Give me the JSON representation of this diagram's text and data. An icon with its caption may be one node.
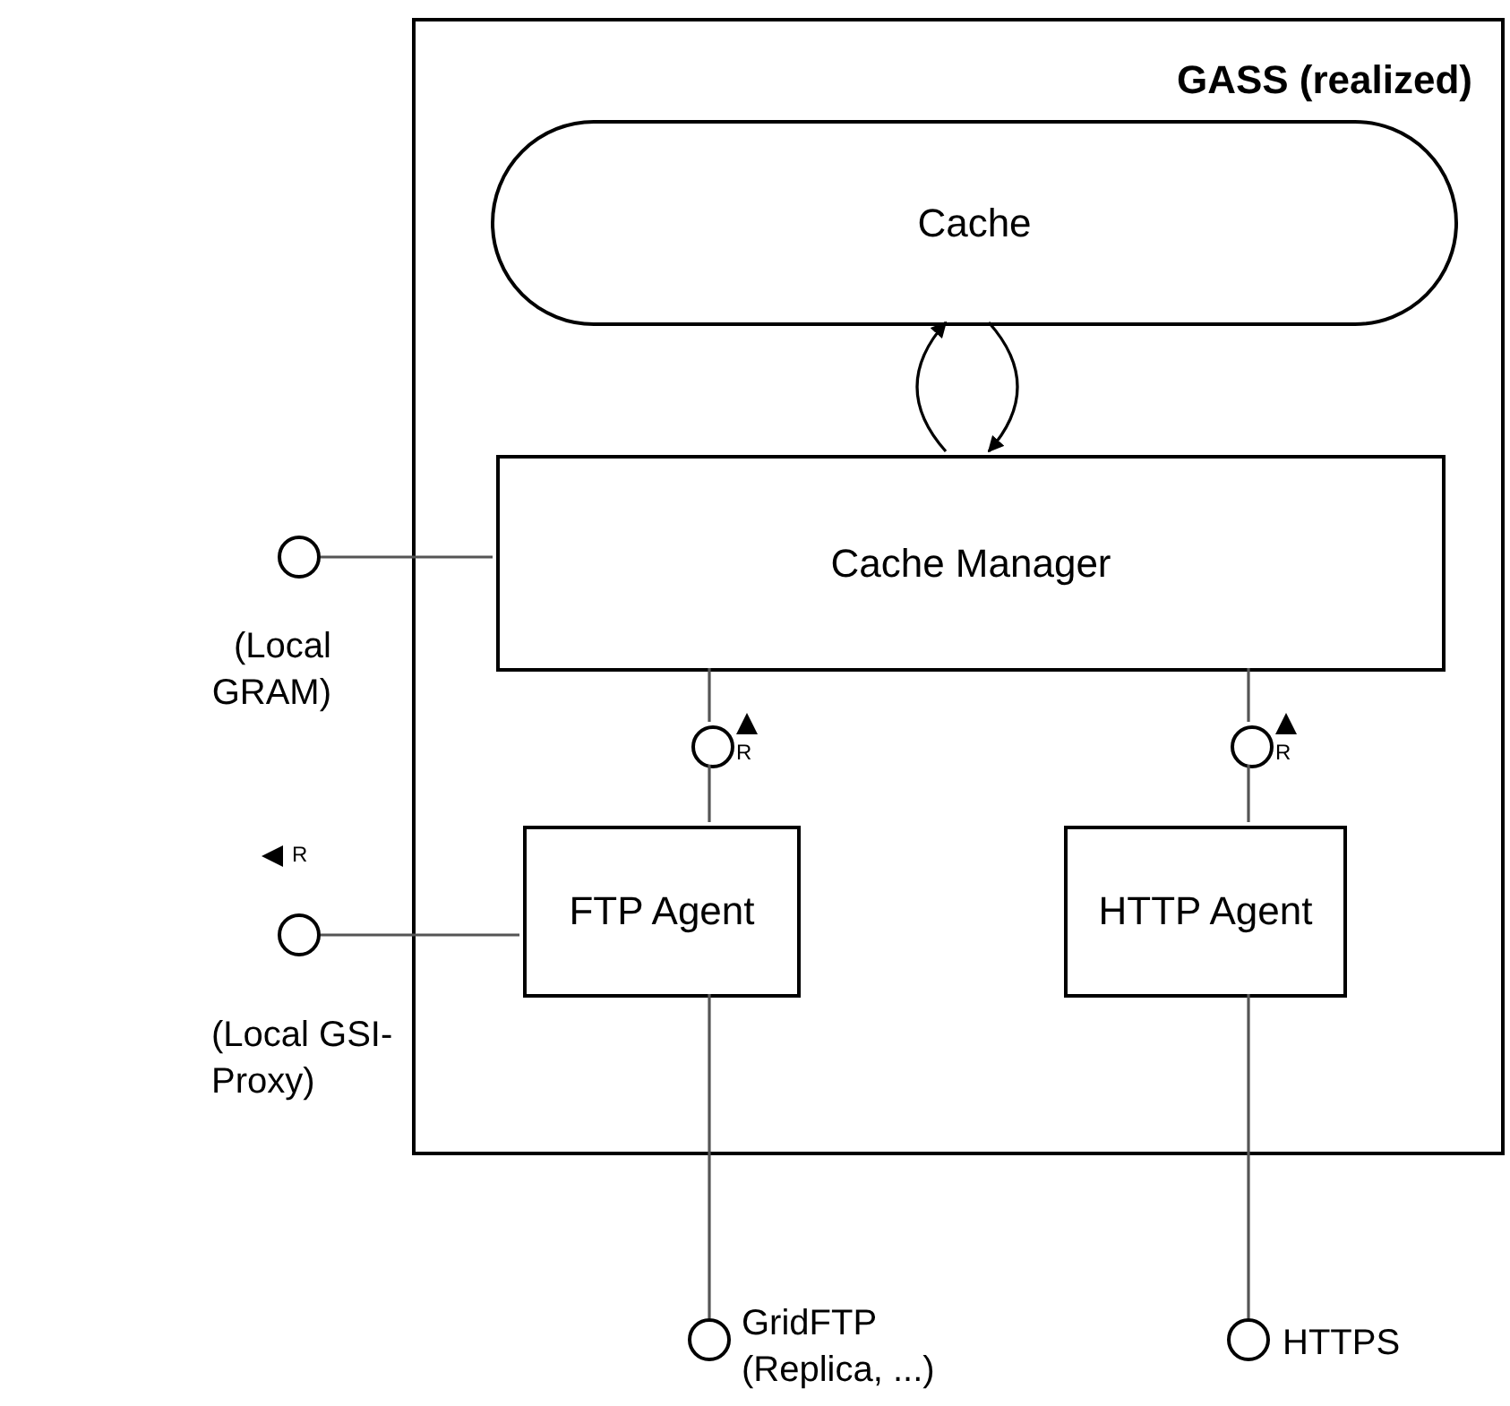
{
  "diagram": {
    "nodes": [
      {
        "text": [
          "GASS (realized)"
        ]
      },
      {
        "text": [
          "Cache"
        ],
        "in": 0
      },
      {
        "text": [
          "Cache Manager"
        ],
        "in": 0
      },
      {
        "text": [
          "FTP Agent"
        ],
        "in": 0
      },
      {
        "text": [
          "HTTP Agent"
        ],
        "in": 0
      },
      {
        "text": [],
        "shape": "circle",
        "beside": [
          "(Local GRAM)"
        ]
      },
      {
        "text": [],
        "shape": "circle",
        "in": 0,
        "beside": [
          "R"
        ]
      },
      {
        "text": [],
        "shape": "circle",
        "in": 0,
        "beside": [
          "R"
        ]
      },
      {
        "text": [],
        "shape": "circle",
        "beside": [
          "R",
          "(Local GSI-Proxy)"
        ]
      },
      {
        "text": [],
        "shape": "circle",
        "beside": [
          "GridFTP (Replica, ...)"
        ]
      },
      {
        "text": [],
        "shape": "circle",
        "beside": [
          "HTTPS"
        ]
      }
    ],
    "edges": [
      {
        "from": 2,
        "to": 1,
        "arrow": "to"
      },
      {
        "from": 1,
        "to": 2,
        "arrow": "to"
      },
      {
        "from": 5,
        "to": 2,
        "arrow": "none"
      },
      {
        "from": 2,
        "to": 6,
        "arrow": "none"
      },
      {
        "from": 6,
        "to": 3,
        "arrow": "none"
      },
      {
        "from": 2,
        "to": 7,
        "arrow": "none"
      },
      {
        "from": 7,
        "to": 4,
        "arrow": "none"
      },
      {
        "from": 8,
        "to": 3,
        "arrow": "none"
      },
      {
        "from": 3,
        "to": 9,
        "arrow": "none"
      },
      {
        "from": 4,
        "to": 10,
        "arrow": "none"
      }
    ]
  }
}
